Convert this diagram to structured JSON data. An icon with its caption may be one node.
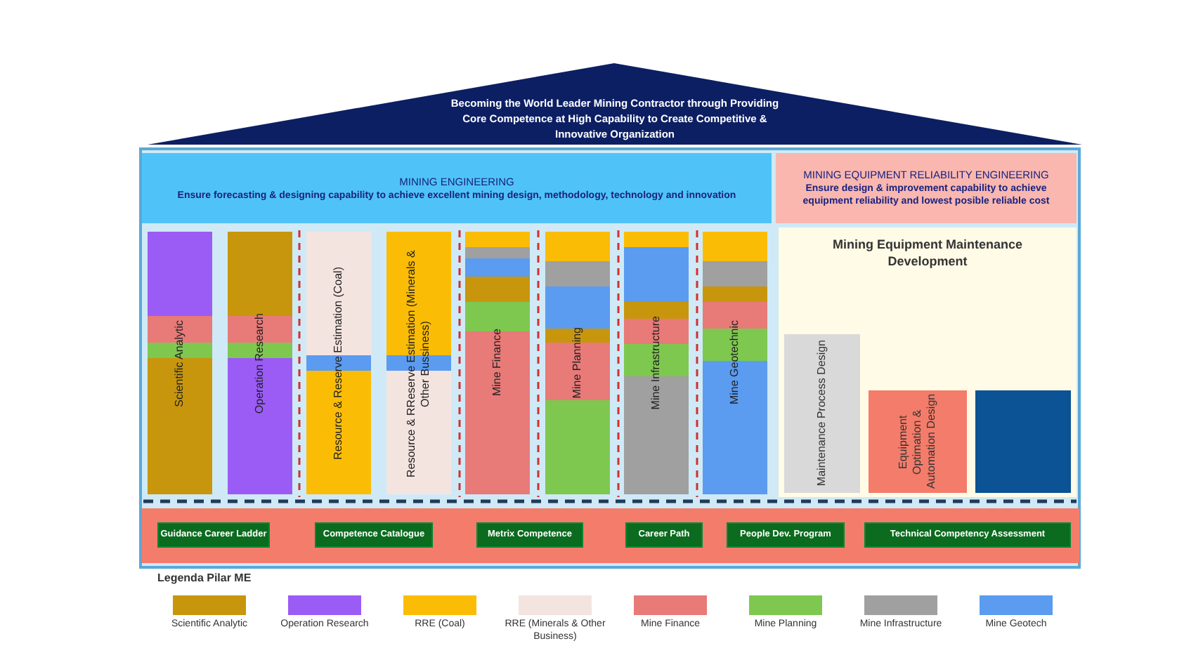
{
  "diagram": {
    "nodes": [
      {
        "text": [
          "Becoming the World Leader Mining Contractor through Providing Core Competence at High Capability to Create Competitive & Innovative Organization"
        ]
      },
      {
        "text": [
          "MINING ENGINEERING",
          "Ensure  forecasting & designing capability to achieve excellent mining design, methodology, technology and innovation"
        ]
      },
      {
        "text": [
          "MINING EQUIPMENT RELIABILITY ENGINEERING",
          "Ensure  design & improvement capability to achieve equipment reliability and lowest posible reliable cost"
        ]
      },
      {
        "text": [
          "Scientific Analytic"
        ]
      },
      {
        "text": [
          "Operation Research"
        ]
      },
      {
        "text": [
          "Resource & Reserve Estimation (Coal)"
        ]
      },
      {
        "text": [
          "Resource & RReserve Estimation (Minerals & Other Bussiness)"
        ]
      },
      {
        "text": [
          "Mine Finance"
        ]
      },
      {
        "text": [
          "Mine Planning"
        ]
      },
      {
        "text": [
          "Mine Infrastructure"
        ]
      },
      {
        "text": [
          "Mine Geotechnic"
        ]
      },
      {
        "text": [
          "Mining Equipment Maintenance Development"
        ]
      },
      {
        "text": [
          "Maintenance Process Design"
        ],
        "in": 11
      },
      {
        "text": [
          "Equipment Optimation & Automation Design"
        ],
        "in": 11
      },
      {
        "text": [],
        "shape": "box",
        "in": 11
      },
      {
        "text": [
          "Guidance Career Ladder"
        ]
      },
      {
        "text": [
          "Competence Catalogue"
        ]
      },
      {
        "text": [
          "Metrix Competence"
        ]
      },
      {
        "text": [
          "Career Path"
        ]
      },
      {
        "text": [
          "People Dev. Program"
        ]
      },
      {
        "text": [
          "Technical Competency Assessment"
        ]
      }
    ],
    "labels": [
      "Legenda Pilar ME"
    ],
    "legend": [
      {
        "text": "Scientific Analytic",
        "color": "#c8960c"
      },
      {
        "text": "Operation Research",
        "color": "#9b5cf6"
      },
      {
        "text": "RRE (Coal)",
        "color": "#fbbc05"
      },
      {
        "text": "RRE (Minerals & Other Business)",
        "color": "#f4e4e0"
      },
      {
        "text": "Mine Finance",
        "color": "#e87a78"
      },
      {
        "text": "Mine Planning",
        "color": "#7ec850"
      },
      {
        "text": "Mine Infrastructure",
        "color": "#a0a0a0"
      },
      {
        "text": "Mine Geotech",
        "color": "#5b9bf0"
      }
    ]
  }
}
